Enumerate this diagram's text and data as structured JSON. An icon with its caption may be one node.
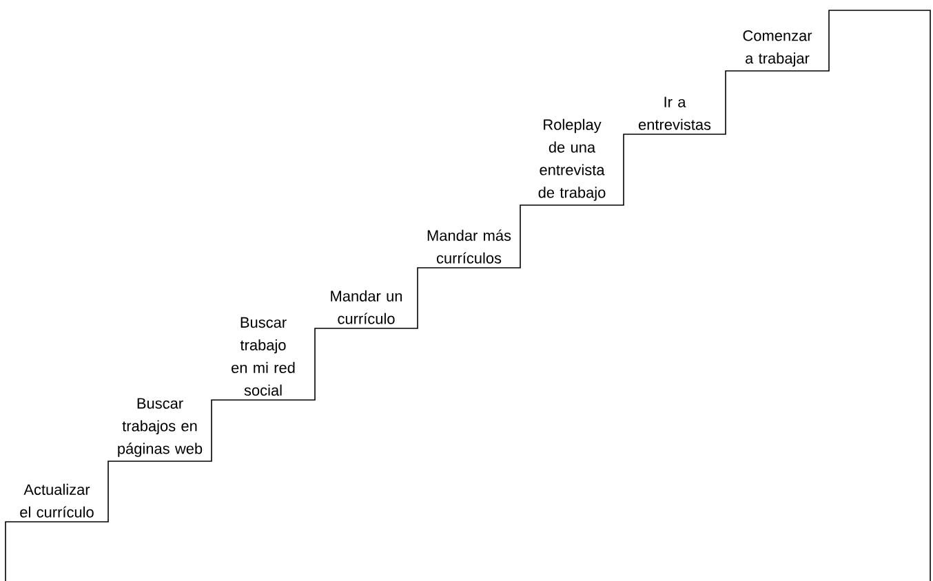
{
  "diagram": {
    "labels": [
      "Actualizar el currículo",
      "Buscar trabajos en páginas web",
      "Buscar trabajo en mi red social",
      "Mandar un currículo",
      "Mandar más currículos",
      "Roleplay de una entrevista de trabajo",
      "Ir a entrevistas",
      "Comenzar a trabajar"
    ]
  }
}
